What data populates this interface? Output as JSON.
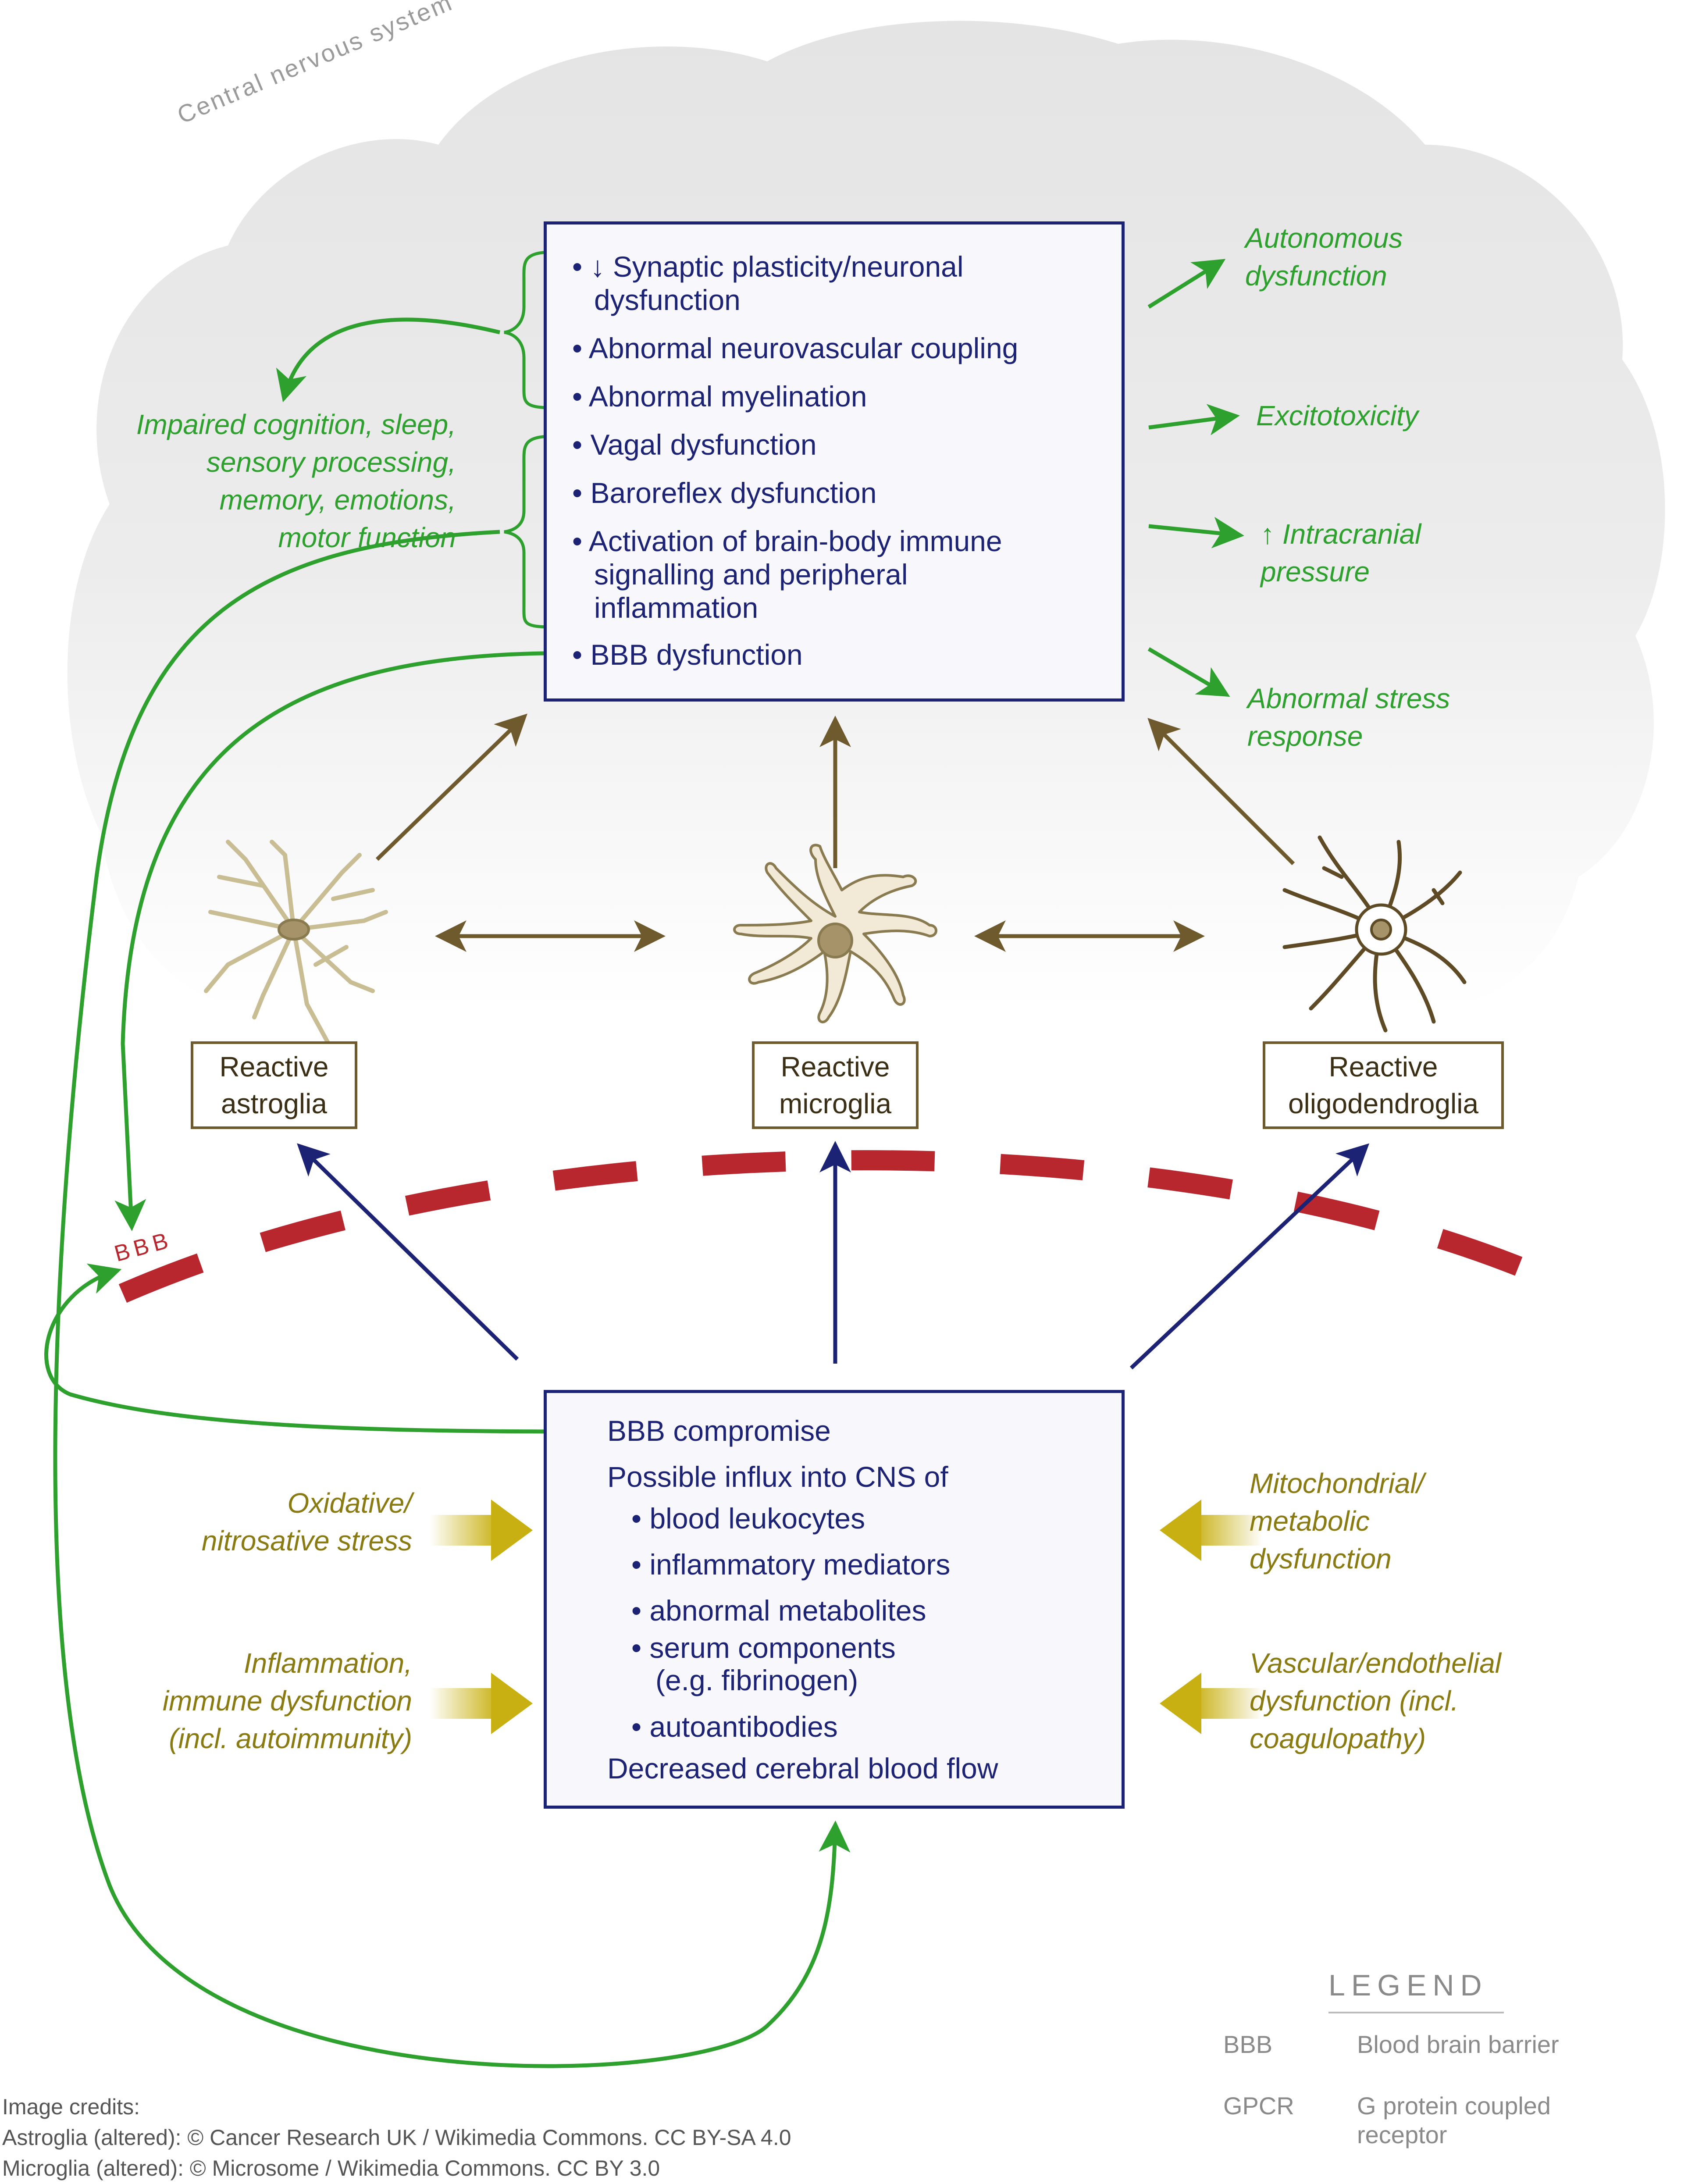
{
  "cns_label": "Central nervous system",
  "effects_box": {
    "items": [
      "• ↓ Synaptic plasticity/neuronal",
      "dysfunction",
      "• Abnormal neurovascular coupling",
      "• Abnormal myelination",
      "• Vagal dysfunction",
      "• Baroreflex dysfunction",
      "• Activation of brain-body immune",
      "signalling and peripheral",
      "inflammation",
      "• BBB dysfunction"
    ]
  },
  "outcomes_left": [
    "Impaired cognition, sleep,",
    "sensory processing,",
    "memory, emotions,",
    "motor function"
  ],
  "outcomes_right": {
    "autonomous": [
      "Autonomous",
      "dysfunction"
    ],
    "excitotoxicity": "Excitotoxicity",
    "intracranial": [
      "↑ Intracranial",
      "pressure"
    ],
    "stress": [
      "Abnormal stress",
      "response"
    ]
  },
  "glia": {
    "astroglia": [
      "Reactive",
      "astroglia"
    ],
    "microglia": [
      "Reactive",
      "microglia"
    ],
    "oligodendroglia": [
      "Reactive",
      "oligodendroglia"
    ]
  },
  "bbb_label": "BBB",
  "compromise_box": {
    "lines": [
      "BBB compromise",
      "Possible influx into CNS of",
      "• blood leukocytes",
      "• inflammatory mediators",
      "• abnormal metabolites",
      "• serum components",
      "(e.g. fibrinogen)",
      "• autoantibodies",
      "Decreased cerebral blood flow"
    ]
  },
  "drivers_left": {
    "oxidative": [
      "Oxidative/",
      "nitrosative stress"
    ],
    "inflammation": [
      "Inflammation,",
      "immune dysfunction",
      "(incl. autoimmunity)"
    ]
  },
  "drivers_right": {
    "mitochondrial": [
      "Mitochondrial/",
      "metabolic",
      "dysfunction"
    ],
    "vascular": [
      "Vascular/endothelial",
      "dysfunction (incl.",
      "coagulopathy)"
    ]
  },
  "legend": {
    "title": "LEGEND",
    "entries": [
      {
        "abbr": "BBB",
        "desc": [
          "Blood brain barrier"
        ]
      },
      {
        "abbr": "GPCR",
        "desc": [
          "G protein coupled",
          "receptor"
        ]
      }
    ]
  },
  "credits": {
    "title": "Image credits:",
    "lines": [
      "Astroglia (altered): © Cancer Research UK / Wikimedia Commons. CC BY-SA 4.0",
      "Microglia (altered): © Microsome / Wikimedia Commons. CC BY 3.0"
    ]
  },
  "colors": {
    "navy": "#1d2374",
    "green": "#2ea02e",
    "olive": "#8a7a12",
    "brown": "#6e5a2c",
    "bbb_red": "#b8262e",
    "yellow_arrow": "#c8b012",
    "cns_gray": "#e6e6e6"
  },
  "icons": [
    "astrocyte-icon",
    "microglia-icon",
    "oligodendrocyte-icon"
  ]
}
